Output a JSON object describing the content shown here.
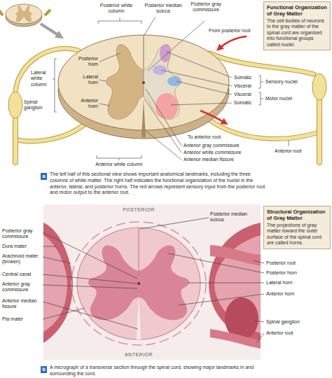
{
  "diagram": {
    "nodes": [
      {
        "text": [
          "Functional Organization of Gray Matter",
          "The cell bodies of neurons in the gray matter of the spinal cord are organized into functional groups called nuclei."
        ]
      },
      {
        "text": [
          "Structural Organization of Gray Matter",
          "The projections of gray matter toward the outer surface of the spinal cord are called horns."
        ]
      }
    ],
    "labels": [
      "Posterior white column",
      "Posterior median sulcus",
      "Posterior gray commissure",
      "From posterior root",
      "Posterior horn",
      "Lateral horn",
      "Anterior horn",
      "Lateral white column",
      "Spinal ganglion",
      "Somatic",
      "Visceral",
      "Visceral",
      "Somatic",
      "Sensory nuclei",
      "Motor nuclei",
      "To anterior root",
      "Anterior gray commissure",
      "Anterior white commissure",
      "Anterior median fissure",
      "Anterior white column",
      "Anterior root",
      "a",
      "The left half of this sectional view shows important anatomical landmarks, including the three columns of white matter. The right half indicates the functional organization of the nuclei in the anterior, lateral, and posterior horns. The red arrows represent sensory input from the posterior root and motor output to the anterior root.",
      "POSTERIOR",
      "Posterior median sulcus",
      "Posterior gray commissure",
      "Dura mater",
      "Arachnoid mater (broken)",
      "Central canal",
      "Anterior gray commissure",
      "Anterior median fissure",
      "Pia mater",
      "Posterior root",
      "Posterior horn",
      "Lateral horn",
      "Anterior horn",
      "Spinal ganglion",
      "Anterior root",
      "ANTERIOR",
      "b",
      "A micrograph of a transverse section through the spinal cord, showing major landmarks in and surrounding the cord."
    ]
  }
}
